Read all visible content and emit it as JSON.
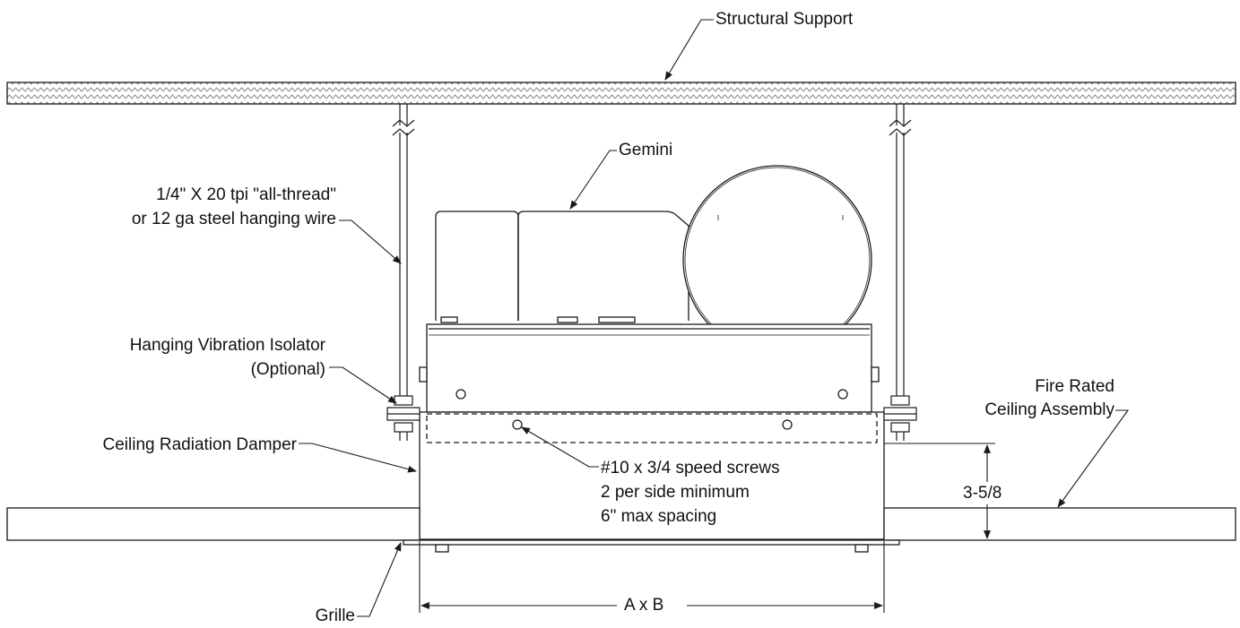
{
  "labels": {
    "structural_support": "Structural Support",
    "gemini": "Gemini",
    "hanger_line1": "1/4\" X 20 tpi \"all-thread\"",
    "hanger_line2": "or 12 ga steel hanging wire",
    "isolator_line1": "Hanging Vibration Isolator",
    "isolator_line2": "(Optional)",
    "fire_rated_line1": "Fire Rated",
    "fire_rated_line2": "Ceiling Assembly",
    "damper": "Ceiling Radiation Damper",
    "screws_line1": "#10 x 3/4 speed screws",
    "screws_line2": "2 per side minimum",
    "screws_line3": "6\" max spacing",
    "dimension_height": "3-5/8",
    "grille": "Grille",
    "dimension_width": "A x B"
  },
  "colors": {
    "line": "#1a1a1a",
    "hatch": "#8a8a8a",
    "background": "#ffffff"
  }
}
